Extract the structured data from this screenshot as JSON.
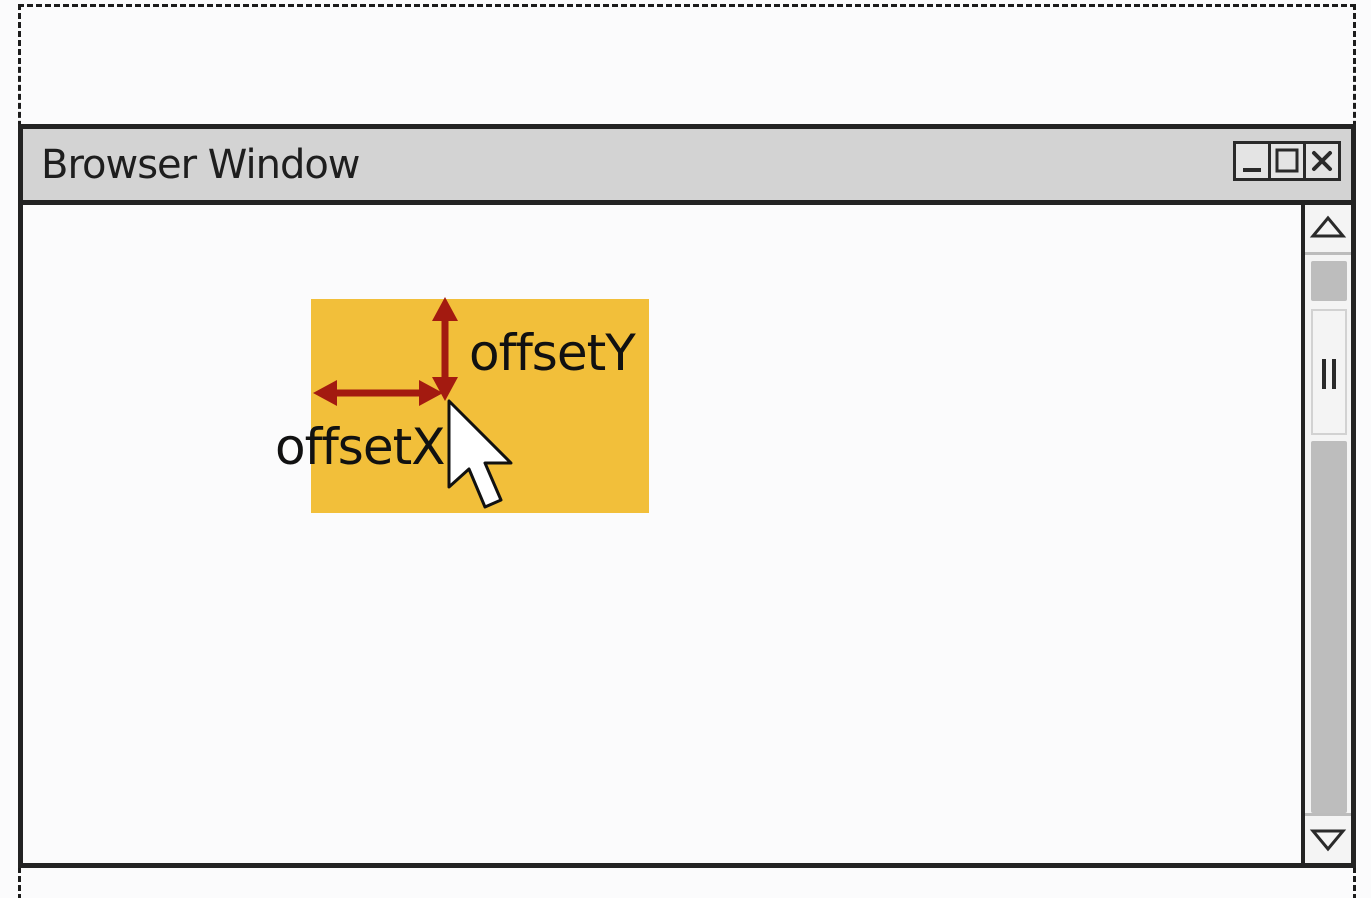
{
  "window": {
    "title": "Browser Window",
    "controls": {
      "minimize_icon": "minimize-icon",
      "maximize_icon": "maximize-icon",
      "close_icon": "close-icon"
    }
  },
  "diagram": {
    "offset_x_label": "offsetX",
    "offset_y_label": "offsetY"
  },
  "colors": {
    "target_fill": "#f2bf3a",
    "arrow": "#a31a10",
    "title_bar": "#d3d3d3",
    "scroll_track": "#bdbdbd"
  }
}
